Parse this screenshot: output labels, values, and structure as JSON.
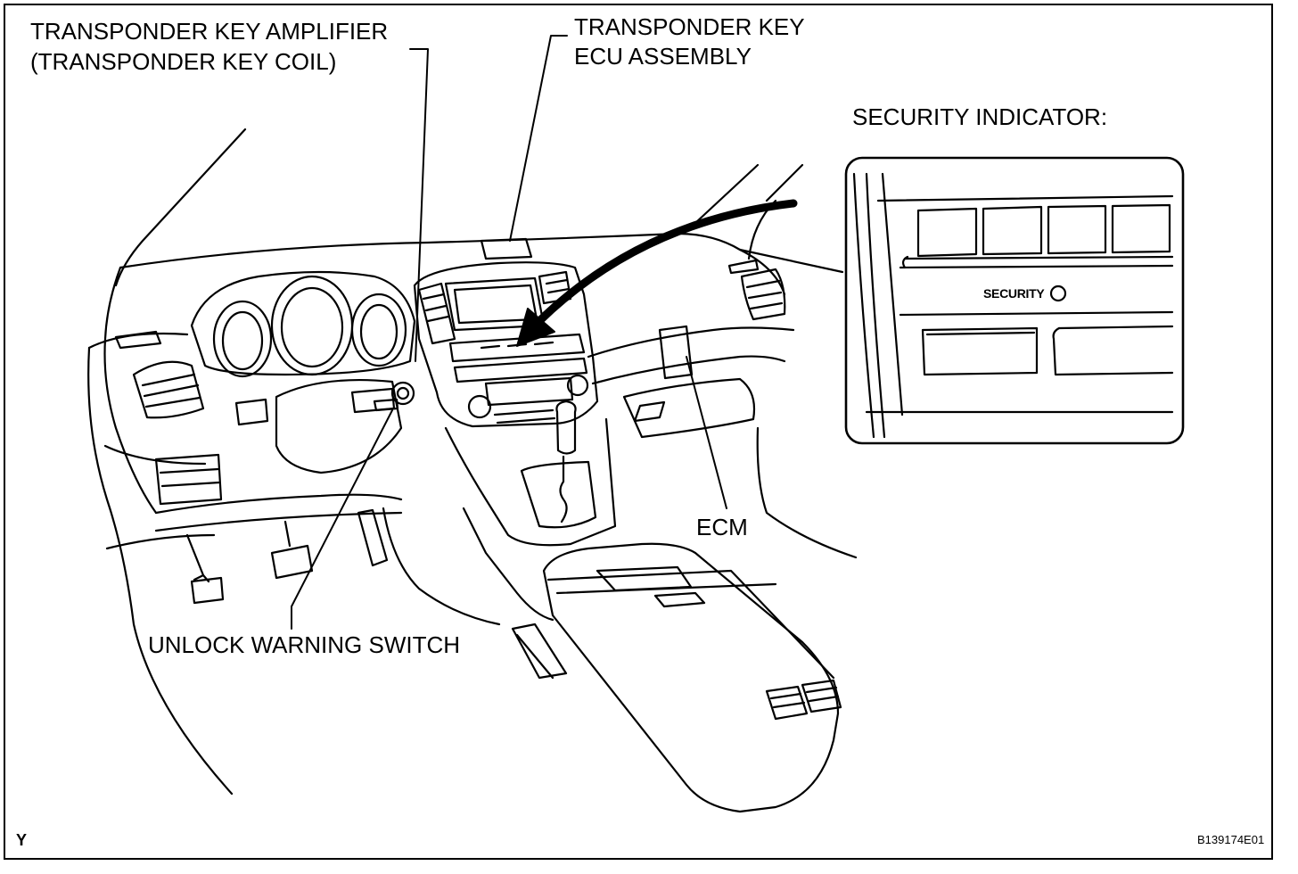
{
  "labels": {
    "amplifier": "TRANSPONDER KEY AMPLIFIER",
    "amplifier_sub": "(TRANSPONDER KEY COIL)",
    "ecu_line1": "TRANSPONDER KEY",
    "ecu_line2": "ECU ASSEMBLY",
    "security_indicator": "SECURITY INDICATOR:",
    "security_text": "SECURITY",
    "ecm": "ECM",
    "unlock_switch": "UNLOCK WARNING SWITCH",
    "corner_mark": "Y",
    "figure_code": "B139174E01"
  }
}
